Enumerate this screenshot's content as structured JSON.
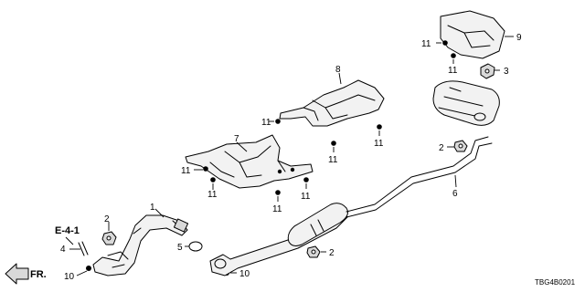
{
  "callouts": {
    "p1": "1",
    "p2a": "2",
    "p2b": "2",
    "p2c": "2",
    "p3": "3",
    "p4": "4",
    "p5": "5",
    "p6": "6",
    "p7": "7",
    "p8": "8",
    "p9": "9",
    "p10a": "10",
    "p10b": "10",
    "p11a": "11",
    "p11b": "11",
    "p11c": "11",
    "p11d": "11",
    "p11e": "11",
    "p11f": "11",
    "p11g": "11",
    "p11h": "11",
    "p11i": "11",
    "p11j": "11",
    "p11k": "11"
  },
  "reference": "E-4-1",
  "direction": "FR.",
  "diagram_code": "TBG4B0201",
  "colors": {
    "stroke": "#000000",
    "part_fill": "#f2f2f2",
    "shade": "#d9d9d9"
  }
}
